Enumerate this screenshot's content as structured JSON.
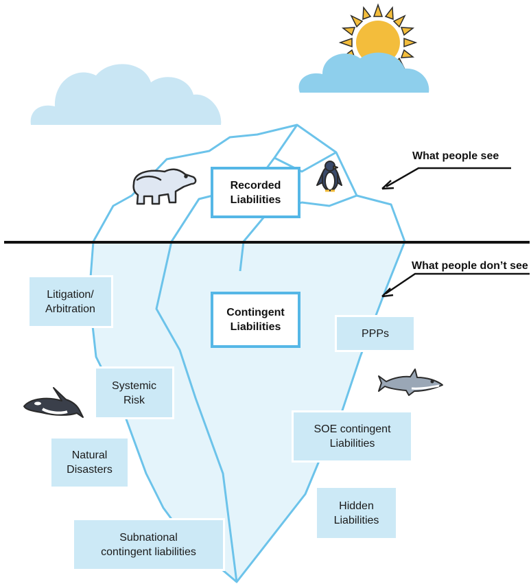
{
  "iceberg": {
    "recorded_box": "Recorded\nLiabilities",
    "contingent_box": "Contingent\nLiabilities"
  },
  "captions": {
    "above_water": "What people see",
    "below_water": "What people don’t see"
  },
  "risk_boxes": {
    "litigation": "Litigation/\nArbitration",
    "systemic": "Systemic\nRisk",
    "natural": "Natural\nDisasters",
    "subnational": "Subnational\ncontingent liabilities",
    "ppps": "PPPs",
    "soe": "SOE contingent\nLiabilities",
    "hidden": "Hidden\nLiabilities"
  },
  "colors": {
    "iceberg_outline": "#6cc3ea",
    "iceberg_fill": "#e4f4fb",
    "box_fill": "#cce9f6",
    "cloud": "#c9e6f4",
    "sun": "#f3bd3c",
    "waterline": "#111111"
  },
  "icons": [
    "cloud-icon",
    "sun-icon",
    "polar-bear-icon",
    "penguin-icon",
    "orca-icon",
    "shark-icon",
    "arrow-icon"
  ]
}
